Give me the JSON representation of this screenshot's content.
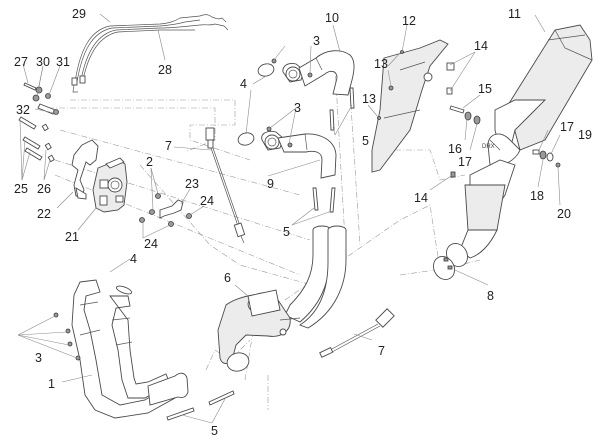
{
  "diagram": {
    "title": "Exhaust system exploded parts diagram",
    "colors": {
      "line": "#4a4a4a",
      "leader": "#8a8a8a",
      "label": "#222222",
      "background": "#ffffff"
    },
    "callouts": [
      {
        "id": "c1",
        "label": "1",
        "part": "front-header-pipes"
      },
      {
        "id": "c2",
        "label": "2",
        "part": "nut"
      },
      {
        "id": "c3a",
        "label": "3",
        "part": "flange-nuts-front"
      },
      {
        "id": "c3b",
        "label": "3",
        "part": "flange-nuts-upper"
      },
      {
        "id": "c3c",
        "label": "3",
        "part": "flange-nuts-middle"
      },
      {
        "id": "c4a",
        "label": "4",
        "part": "gasket-front"
      },
      {
        "id": "c4b",
        "label": "4",
        "part": "gasket-rear"
      },
      {
        "id": "c5a",
        "label": "5",
        "part": "springs-rear-upper"
      },
      {
        "id": "c5b",
        "label": "5",
        "part": "springs-rear-lower"
      },
      {
        "id": "c5c",
        "label": "5",
        "part": "springs-front"
      },
      {
        "id": "c6",
        "label": "6",
        "part": "collector-pipe"
      },
      {
        "id": "c7a",
        "label": "7",
        "part": "lambda-sensor-upper"
      },
      {
        "id": "c7b",
        "label": "7",
        "part": "lambda-sensor-lower"
      },
      {
        "id": "c8",
        "label": "8",
        "part": "clamp"
      },
      {
        "id": "c9",
        "label": "9",
        "part": "rear-header-lower"
      },
      {
        "id": "c10",
        "label": "10",
        "part": "rear-header-upper"
      },
      {
        "id": "c11",
        "label": "11",
        "part": "silencer"
      },
      {
        "id": "c12",
        "label": "12",
        "part": "heat-guard"
      },
      {
        "id": "c13a",
        "label": "13",
        "part": "screw-upper"
      },
      {
        "id": "c13b",
        "label": "13",
        "part": "screw-lower"
      },
      {
        "id": "c14a",
        "label": "14",
        "part": "clip-nuts"
      },
      {
        "id": "c14b",
        "label": "14",
        "part": "clip-nut-lower"
      },
      {
        "id": "c15",
        "label": "15",
        "part": "bolt"
      },
      {
        "id": "c16",
        "label": "16",
        "part": "washer"
      },
      {
        "id": "c17a",
        "label": "17",
        "part": "spacer-left"
      },
      {
        "id": "c17b",
        "label": "17",
        "part": "spacer-right"
      },
      {
        "id": "c18",
        "label": "18",
        "part": "rubber-bush"
      },
      {
        "id": "c19",
        "label": "19",
        "part": "washer-right"
      },
      {
        "id": "c20",
        "label": "20",
        "part": "nut-right"
      },
      {
        "id": "c21",
        "label": "21",
        "part": "exhaust-valve-actuator"
      },
      {
        "id": "c22",
        "label": "22",
        "part": "actuator-bracket"
      },
      {
        "id": "c23",
        "label": "23",
        "part": "small-bracket"
      },
      {
        "id": "c24a",
        "label": "24",
        "part": "nut-upper"
      },
      {
        "id": "c24b",
        "label": "24",
        "part": "nuts-lower"
      },
      {
        "id": "c25",
        "label": "25",
        "part": "screws"
      },
      {
        "id": "c26",
        "label": "26",
        "part": "spacers"
      },
      {
        "id": "c27",
        "label": "27",
        "part": "screw"
      },
      {
        "id": "c28",
        "label": "28",
        "part": "cable-lower"
      },
      {
        "id": "c29",
        "label": "29",
        "part": "cable-upper"
      },
      {
        "id": "c30",
        "label": "30",
        "part": "washer-bushes"
      },
      {
        "id": "c31",
        "label": "31",
        "part": "nut-small"
      },
      {
        "id": "c32",
        "label": "32",
        "part": "spacer-sleeve"
      }
    ]
  }
}
